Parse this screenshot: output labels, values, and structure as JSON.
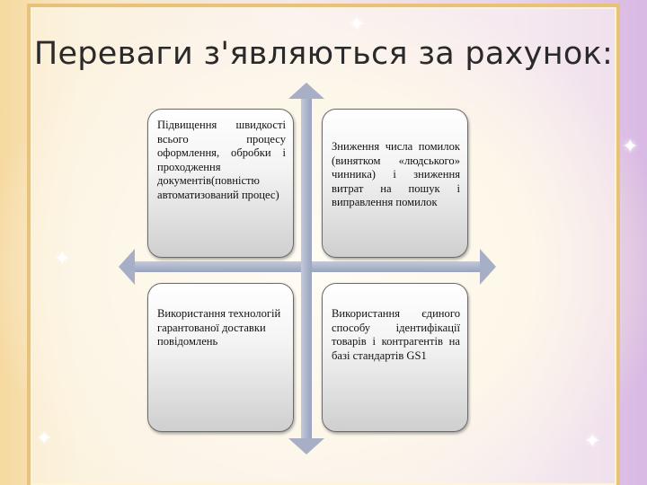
{
  "slide": {
    "title": "Переваги з'являються за рахунок:",
    "quadrants": {
      "top_left": "Підвищення швидкості всього процесу оформлення, обробки і проходження документів(повністю автоматизований процес)",
      "top_right": "Зниження числа помилок (винятком «людського» чинника) і зниження витрат на пошук і виправлення помилок",
      "bottom_left": "Використання технологій гарантованої доставки повідомлень",
      "bottom_right": "Використання єдиного способу ідентифікації товарів і контрагентів на базі стандартів GS1"
    }
  }
}
